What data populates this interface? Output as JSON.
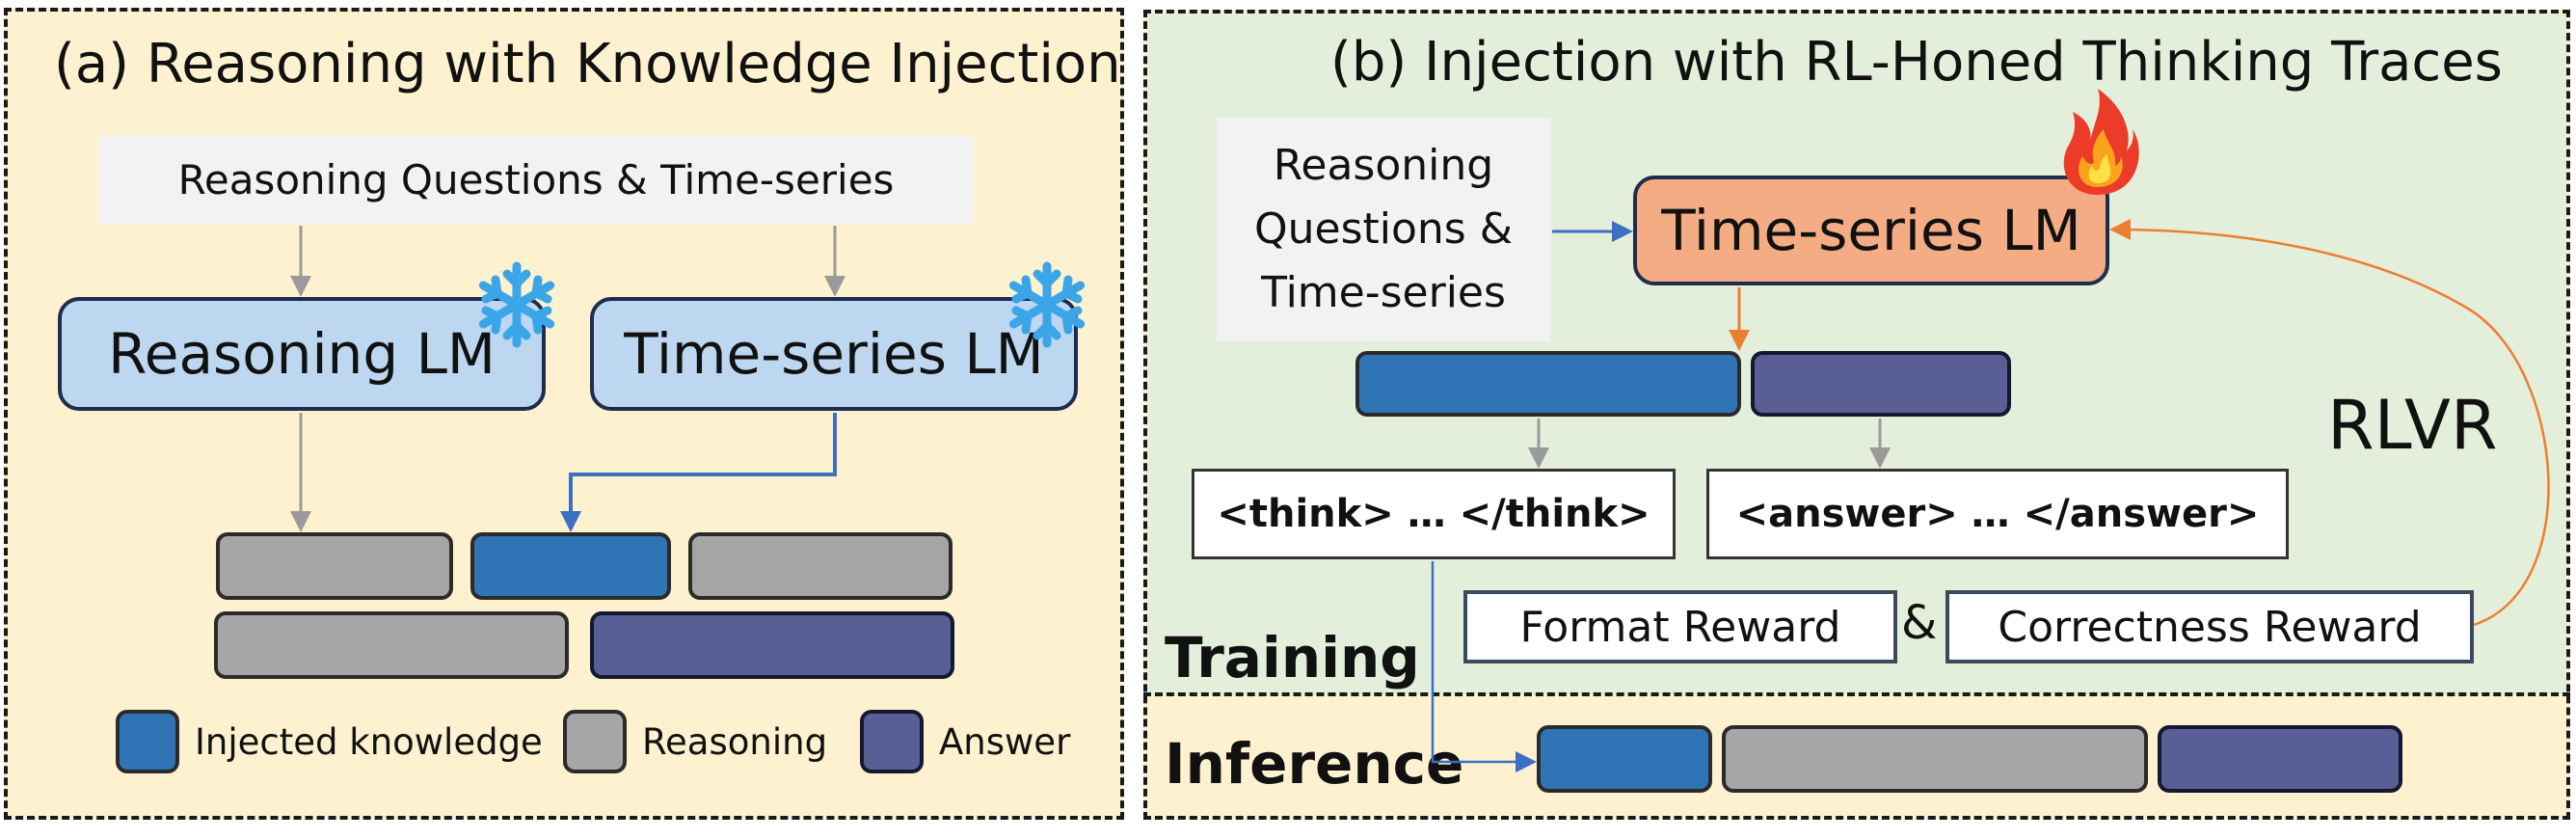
{
  "panel_a": {
    "title": "(a) Reasoning with Knowledge Injection",
    "input_label": "Reasoning Questions & Time-series",
    "reasoning_lm": "Reasoning LM",
    "timeseries_lm": "Time-series LM",
    "legend": {
      "injected": "Injected knowledge",
      "reasoning": "Reasoning",
      "answer": "Answer"
    }
  },
  "panel_b": {
    "title": "(b) Injection with RL-Honed Thinking Traces",
    "input_line1": "Reasoning",
    "input_line2": "Questions &",
    "input_line3": "Time-series",
    "timeseries_lm": "Time-series LM",
    "think_tag": "<think> … </think>",
    "answer_tag": "<answer> … </answer>",
    "rlvr": "RLVR",
    "format_reward": "Format Reward",
    "ampersand": "&",
    "correctness_reward": "Correctness Reward",
    "training": "Training",
    "inference": "Inference"
  },
  "colors": {
    "panel_a_bg": "#fdf1cf",
    "panel_b_bg": "#e3efda",
    "injected": "#2f75b5",
    "reasoning": "#a6a6a6",
    "answer": "#595f94",
    "frozen_lm": "#bcd7ef",
    "trained_lm": "#f3ac84",
    "arrow_blue": "#3a6fc4",
    "arrow_orange": "#ed7d31"
  },
  "icons": {
    "frozen": "snowflake-icon",
    "trainable": "fire-icon"
  }
}
